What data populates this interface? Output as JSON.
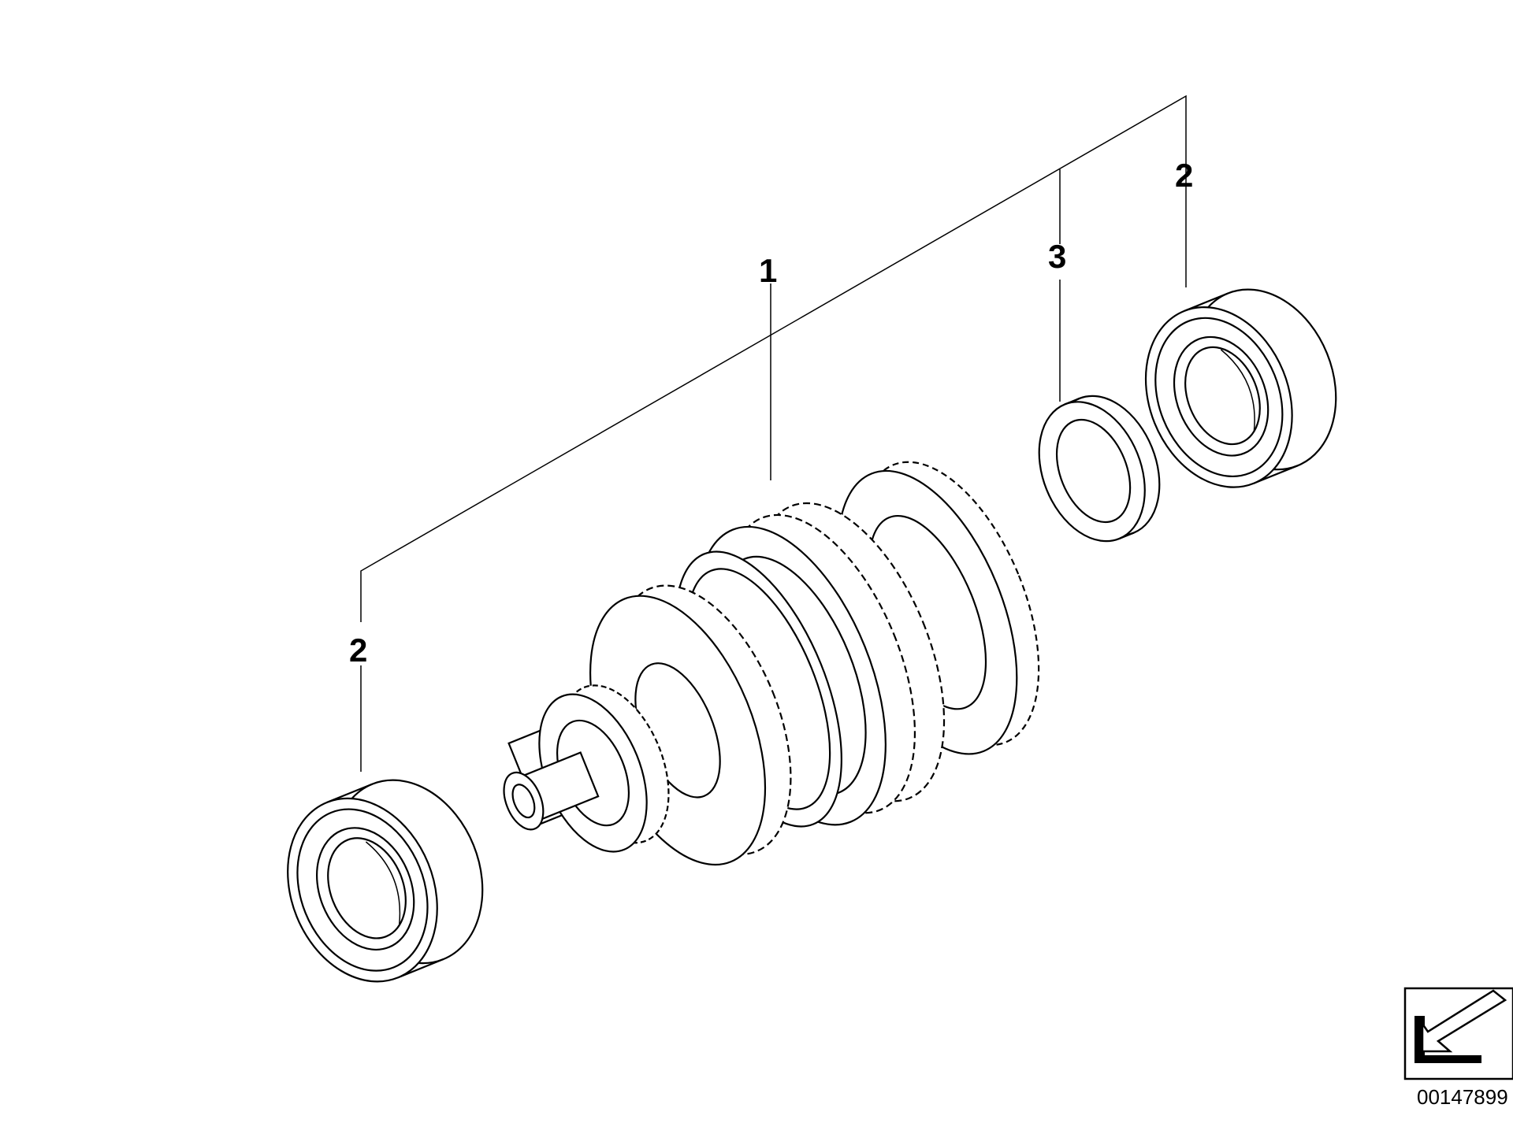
{
  "callouts": {
    "shaft_assembly": "1",
    "bearing_right": "2",
    "bearing_left": "2",
    "spacer_ring": "3"
  },
  "reference_number": "00147899",
  "icons": {
    "corner": "direction-arrow-icon"
  }
}
